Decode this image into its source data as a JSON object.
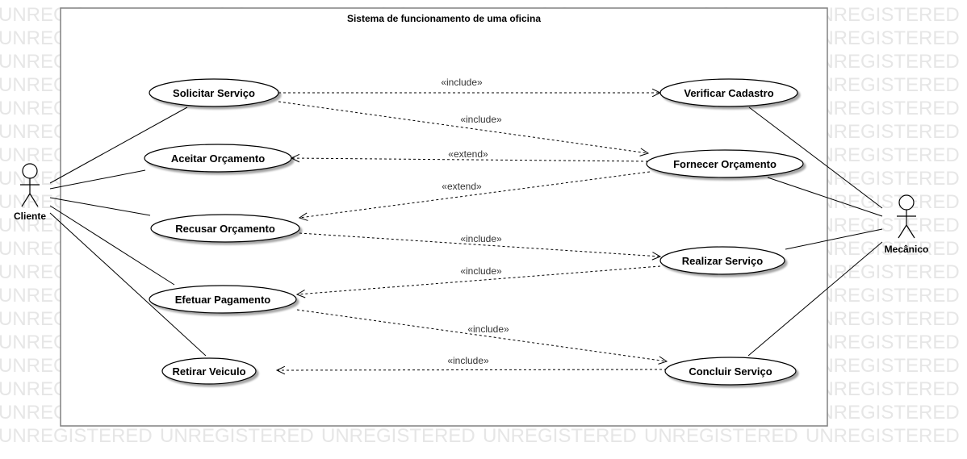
{
  "watermark": "UNREGISTERED",
  "system": {
    "title": "Sistema de funcionamento de uma oficina"
  },
  "actors": [
    {
      "id": "cliente",
      "name": "Cliente"
    },
    {
      "id": "mecanico",
      "name": "Mecânico"
    }
  ],
  "use_cases": [
    {
      "id": "solicitar",
      "label": "Solicitar Serviço"
    },
    {
      "id": "aceitar",
      "label": "Aceitar Orçamento"
    },
    {
      "id": "recusar",
      "label": "Recusar Orçamento"
    },
    {
      "id": "efetuar",
      "label": "Efetuar Pagamento"
    },
    {
      "id": "retirar",
      "label": "Retirar Veiculo"
    },
    {
      "id": "verificar",
      "label": "Verificar Cadastro"
    },
    {
      "id": "fornecer",
      "label": "Fornecer Orçamento"
    },
    {
      "id": "realizar",
      "label": "Realizar Serviço"
    },
    {
      "id": "concluir",
      "label": "Concluir Serviço"
    }
  ],
  "relations": [
    {
      "id": "r1",
      "from": "solicitar",
      "to": "verificar",
      "label": "«include»"
    },
    {
      "id": "r2",
      "from": "solicitar",
      "to": "fornecer",
      "label": "«include»"
    },
    {
      "id": "r3",
      "from": "fornecer",
      "to": "aceitar",
      "label": "«extend»"
    },
    {
      "id": "r4",
      "from": "fornecer",
      "to": "recusar",
      "label": "«extend»"
    },
    {
      "id": "r5",
      "from": "recusar",
      "to": "realizar",
      "label": "«include»"
    },
    {
      "id": "r6",
      "from": "realizar",
      "to": "efetuar",
      "label": "«include»"
    },
    {
      "id": "r7",
      "from": "efetuar",
      "to": "concluir",
      "label": "«include»"
    },
    {
      "id": "r8",
      "from": "concluir",
      "to": "retirar",
      "label": "«include»"
    }
  ],
  "associations": [
    {
      "actor": "cliente",
      "use_case": "solicitar"
    },
    {
      "actor": "cliente",
      "use_case": "aceitar"
    },
    {
      "actor": "cliente",
      "use_case": "recusar"
    },
    {
      "actor": "cliente",
      "use_case": "efetuar"
    },
    {
      "actor": "cliente",
      "use_case": "retirar"
    },
    {
      "actor": "mecanico",
      "use_case": "verificar"
    },
    {
      "actor": "mecanico",
      "use_case": "fornecer"
    },
    {
      "actor": "mecanico",
      "use_case": "realizar"
    },
    {
      "actor": "mecanico",
      "use_case": "concluir"
    }
  ]
}
